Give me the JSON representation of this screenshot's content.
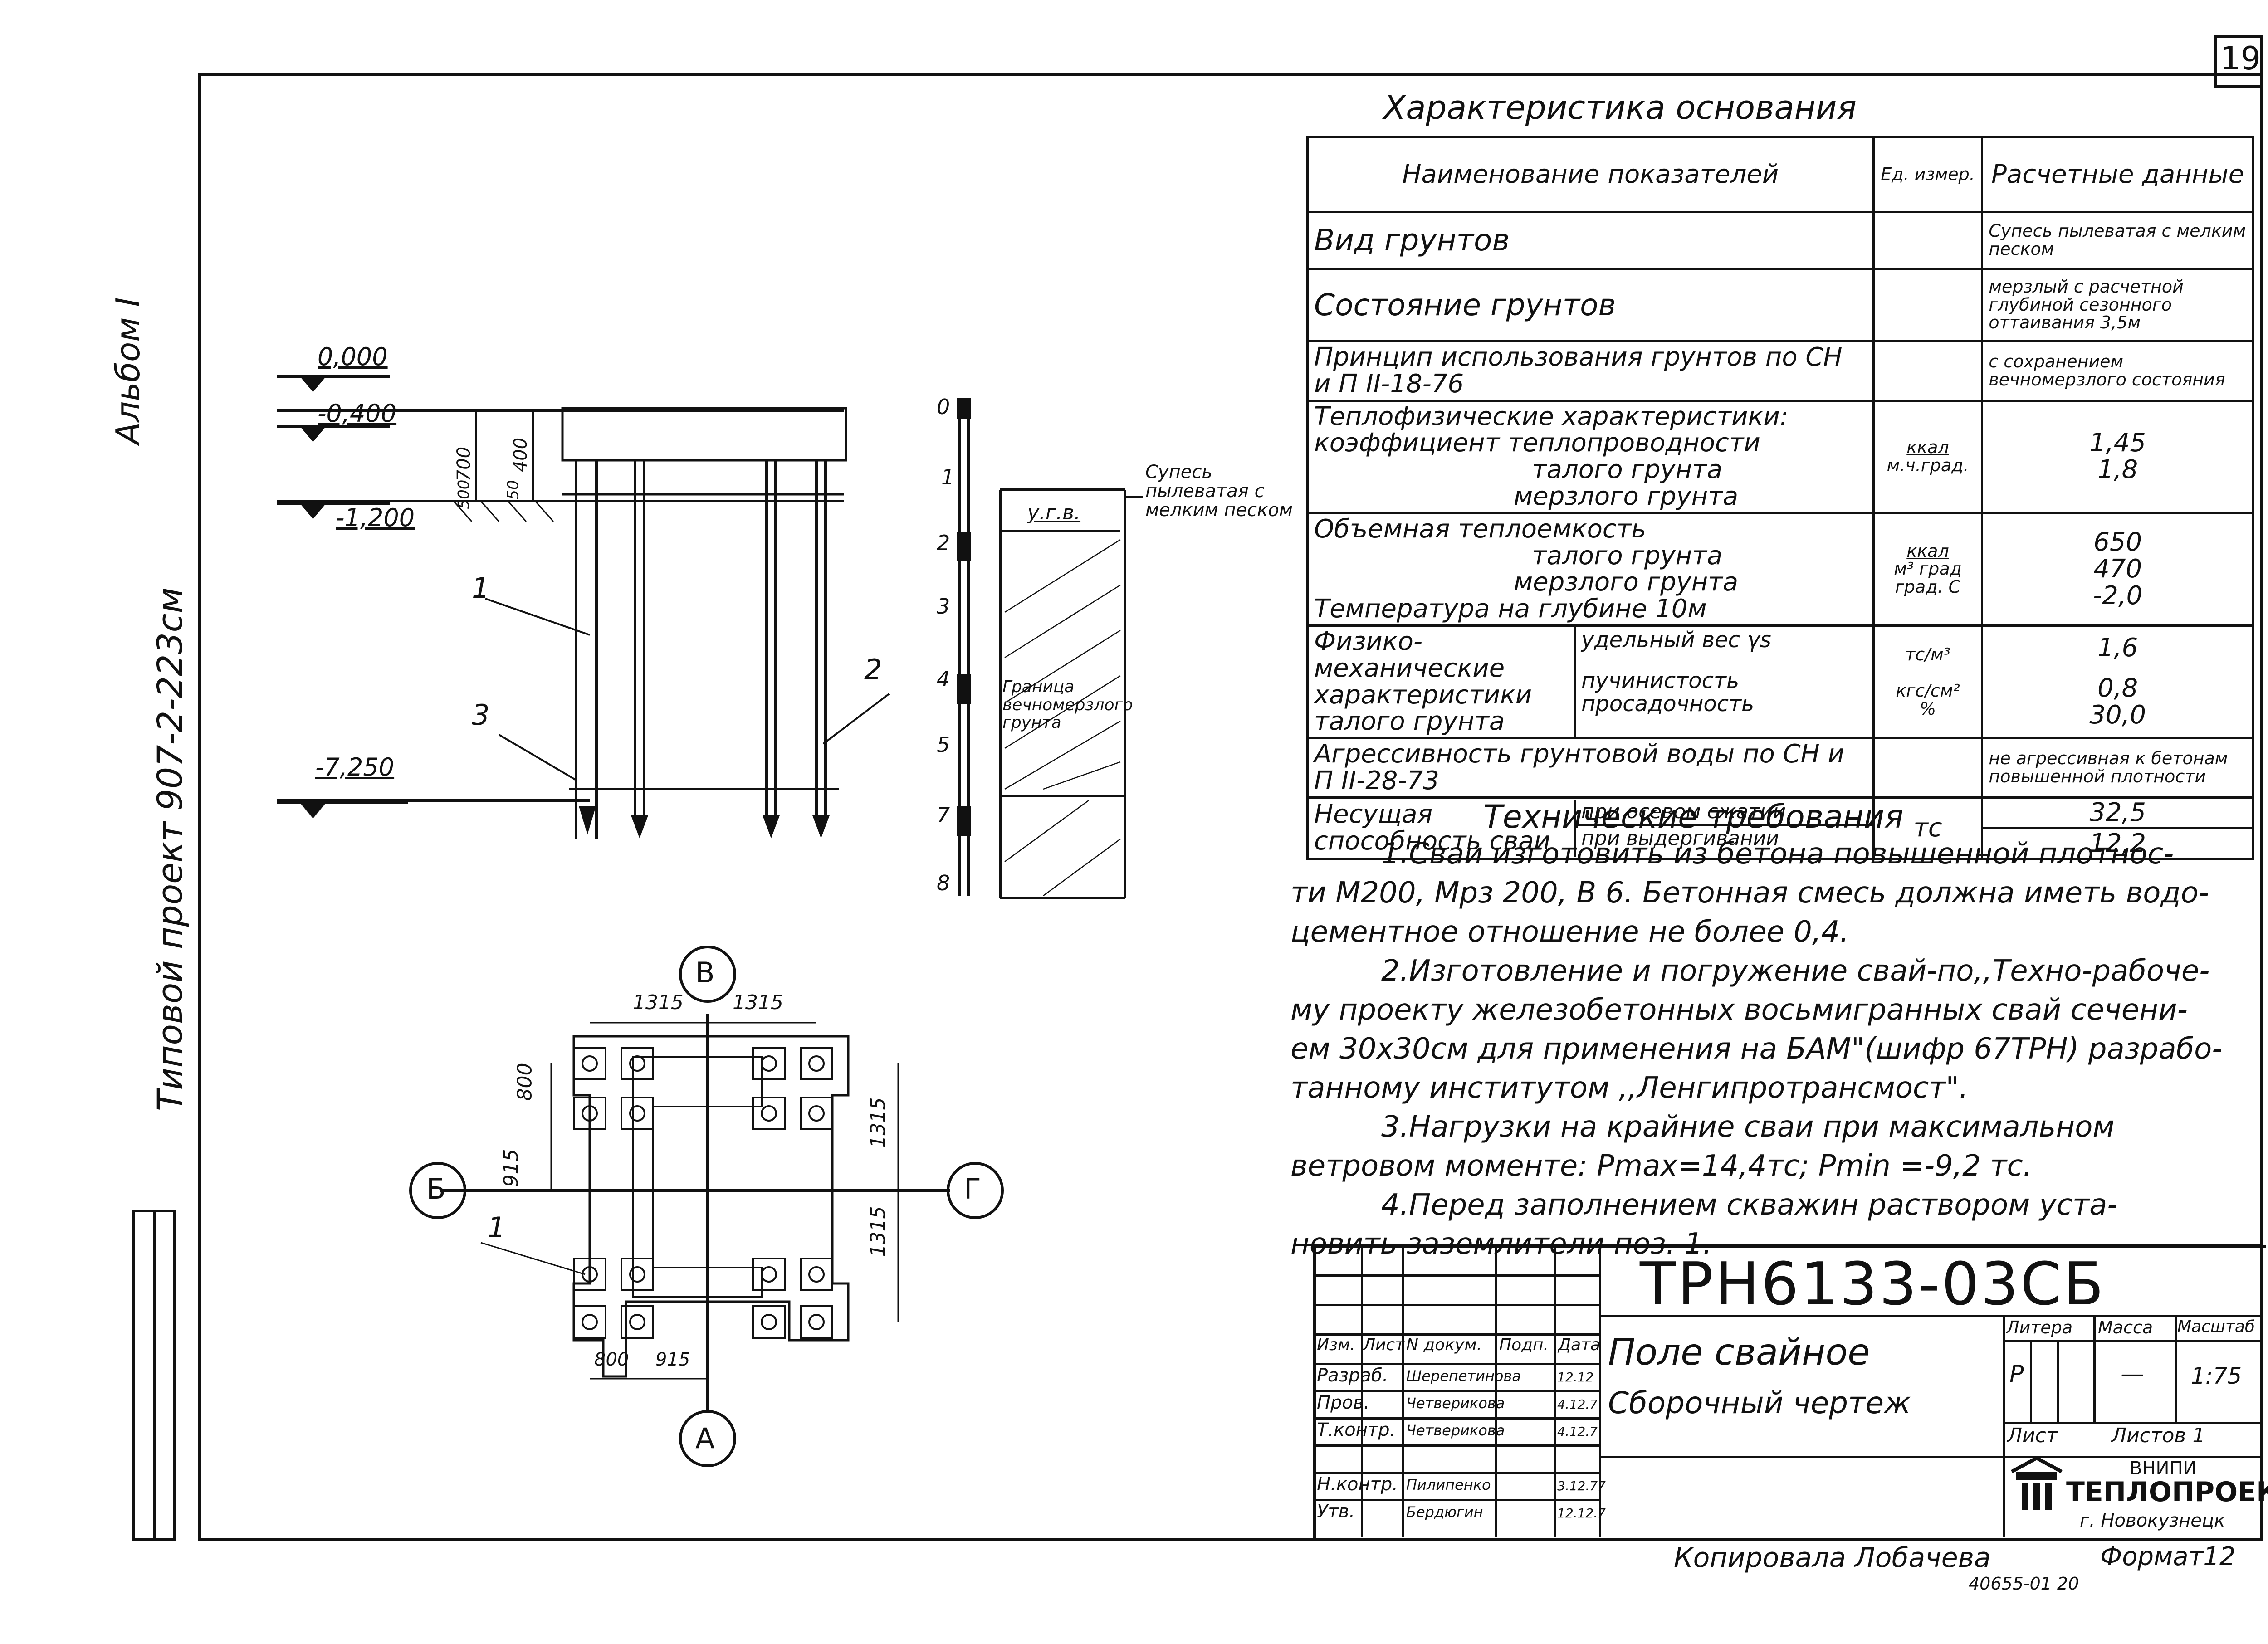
{
  "sheet_number": "19",
  "side_text": {
    "album": "Альбом I",
    "project": "Типовой проект 907-2-223см"
  },
  "levels": {
    "l0": "0,000",
    "l1": "-0,400",
    "l2": "-1,200",
    "l3": "-7,250"
  },
  "dims": {
    "d700": "700",
    "d400": "400",
    "d500a": "500",
    "d500b": "50"
  },
  "callouts": {
    "c1": "1",
    "c2": "2",
    "c3": "3",
    "plan1": "1"
  },
  "profile": {
    "depth_marks": [
      "0",
      "1",
      "2",
      "3",
      "4",
      "5",
      "7",
      "8"
    ],
    "soil_label": "Супесь пылеватая с мелким песком",
    "ugv": "у.г.в.",
    "permafrost": "Граница вечномерзлого грунта"
  },
  "plan": {
    "axis_top": "В",
    "axis_bottom": "А",
    "axis_left": "Б",
    "axis_right": "Г",
    "dim_top_left": "1315",
    "dim_top_right": "1315",
    "dim_left_800": "800",
    "dim_left_915": "915",
    "dim_right_1315a": "1315",
    "dim_right_1315b": "1315",
    "dim_bottom_800": "800",
    "dim_bottom_915": "915"
  },
  "characteristics": {
    "caption": "Характеристика основания",
    "head_name": "Наименование показателей",
    "head_unit": "Ед. измер.",
    "head_value": "Расчетные данные",
    "rows": {
      "soil_type": {
        "name": "Вид грунтов",
        "value": "Супесь пылеватая с мелким песком"
      },
      "soil_state": {
        "name": "Состояние грунтов",
        "value": "мерзлый с расчетной глубиной сезонного оттаивания 3,5м"
      },
      "principle": {
        "name": "Принцип использования грунтов по СН и П II-18-76",
        "value": "с сохранением вечномерзлого состояния"
      },
      "thermal": {
        "name1": "Теплофизические характеристики:",
        "name2": "коэффициент теплопроводности",
        "name3": "талого грунта",
        "name4": "мерзлого грунта",
        "unit1": "ккал",
        "unit2": "м.ч.град.",
        "v1": "1,45",
        "v2": "1,8"
      },
      "volume": {
        "name1": "Объемная теплоемкость",
        "name2": "талого грунта",
        "name3": "мерзлого грунта",
        "name4": "Температура на глубине 10м",
        "unit1": "ккал",
        "unit2": "м³ град",
        "unit3": "град. С",
        "v1": "650",
        "v2": "470",
        "v3": "-2,0"
      },
      "physical": {
        "name": "Физико-механические характеристики талого грунта",
        "sub1": "удельный вес γs",
        "sub2": "пучинистость",
        "sub3": "просадочность",
        "unit1": "тс/м³",
        "unit2": "кгс/см²",
        "unit3": "%",
        "v1": "1,6",
        "v2": "0,8",
        "v3": "30,0"
      },
      "aggression": {
        "name": "Агрессивность грунтовой воды по СН и П II-28-73",
        "value": "не агрессивная к бетонам повышенной плотности"
      },
      "capacity": {
        "name": "Несущая способность сваи",
        "sub1": "при осевом сжатии",
        "sub2": "при выдергивании",
        "unit": "тс",
        "v1": "32,5",
        "v2": "12,2"
      }
    }
  },
  "requirements": {
    "title": "Технические требования",
    "lines": [
      "1.Сваи изготовить из бетона повышенной плотнос-",
      "ти М200, Мрз 200, В 6. Бетонная смесь должна иметь водо-",
      "цементное отношение не более 0,4.",
      "2.Изготовление и погружение свай-по,,Техно-рабоче-",
      "му проекту железобетонных восьмигранных свай сечени-",
      "ем 30х30см для применения на БАМ\"(шифр 67ТРН) разрабо-",
      "танному институтом ,,Ленгипротрансмост\".",
      "3.Нагрузки на крайние сваи при максимальном",
      "ветровом моменте: Pmax=14,4тс; Pmin =-9,2 тс.",
      "4.Перед заполнением скважин раствором уста-",
      "новить заземлители поз. 1."
    ]
  },
  "title_block": {
    "code": "ТРН6133-03СБ",
    "name1": "Поле свайное",
    "name2": "Сборочный чертеж",
    "col_izm": "Изм.",
    "col_list": "Лист",
    "col_doc": "N докум.",
    "col_sign": "Подп.",
    "col_date": "Дата",
    "role_dev": "Разраб.",
    "role_check": "Пров.",
    "role_tcontr": "Т.контр.",
    "role_ncontr": "Н.контр.",
    "role_appr": "Утв.",
    "person_dev": "Шерепетинова",
    "person_check": "Четверикова",
    "person_tcontr": "Четверикова",
    "person_ncontr": "Пилипенко",
    "person_appr": "Бердюгин",
    "date_dev": "12.12",
    "date_check": "4.12.7",
    "date_tcontr": "4.12.7",
    "date_ncontr": "3.12.77",
    "date_appr": "12.12.7",
    "litera_label": "Литера",
    "mass_label": "Масса",
    "scale_label": "Масштаб",
    "litera": "Р",
    "mass": "—",
    "scale": "1:75",
    "sheet_label": "Лист",
    "sheets_label": "Листов 1",
    "org1": "ВНИПИ",
    "org2": "ТЕПЛОПРОЕКТ",
    "org3": "г. Новокузнецк"
  },
  "footer": {
    "copied": "Копировала Лобачева",
    "format": "Формат12",
    "stamp": "40655-01 20"
  }
}
